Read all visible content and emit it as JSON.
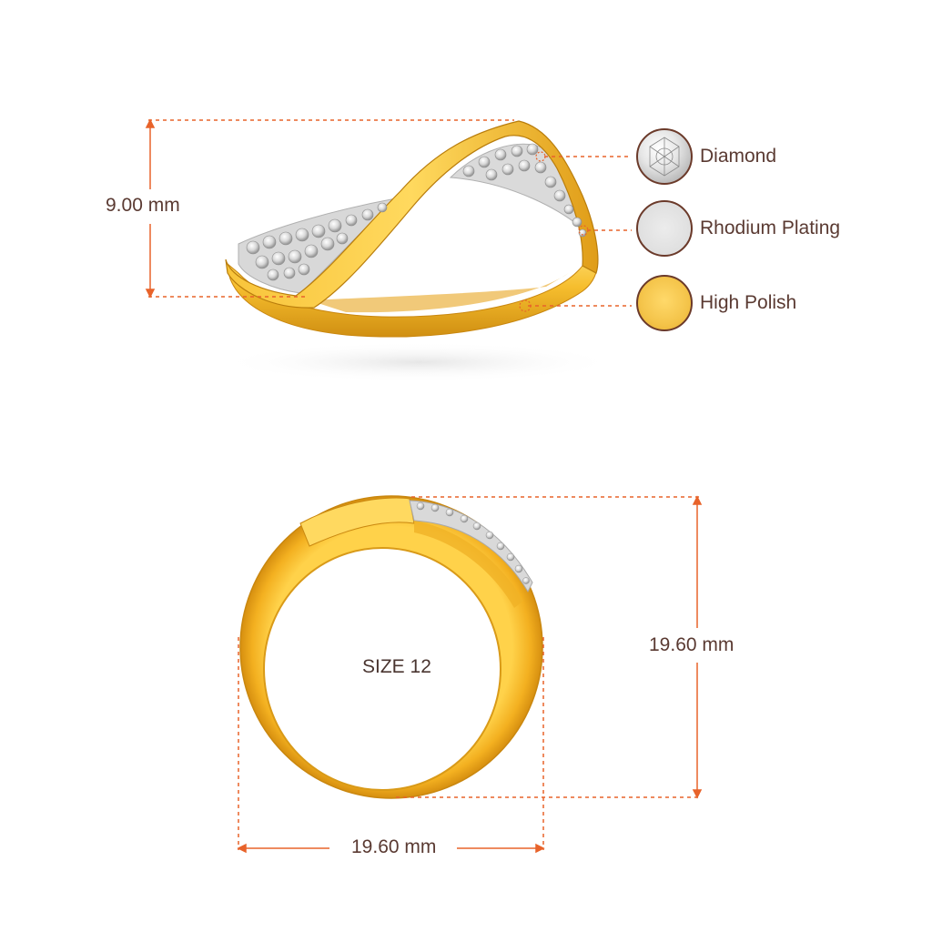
{
  "top_view": {
    "height_label": "9.00 mm"
  },
  "legend": {
    "items": [
      {
        "name": "Diamond",
        "icon": "diamond-swatch-icon",
        "color": "#e8e8e8"
      },
      {
        "name": "Rhodium Plating",
        "icon": "rhodium-swatch-icon",
        "color": "#e2e2e2"
      },
      {
        "name": "High Polish",
        "icon": "gold-swatch-icon",
        "color": "#f4c44a"
      }
    ]
  },
  "front_view": {
    "size_label": "SIZE 12",
    "height_label": "19.60 mm",
    "width_label": "19.60 mm"
  },
  "colors": {
    "dimension_line": "#e8632a",
    "gold_light": "#ffd85a",
    "gold_mid": "#f2b22a",
    "gold_dark": "#c9870f",
    "text": "#5a3a32"
  }
}
